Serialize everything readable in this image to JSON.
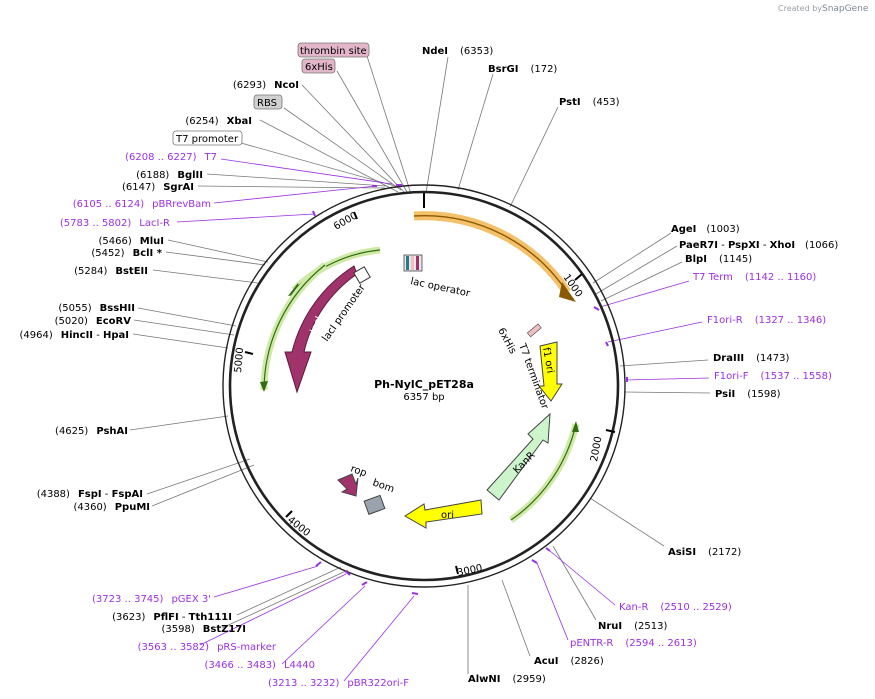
{
  "credit": {
    "prefix": "Created by",
    "brand": "SnapGene"
  },
  "plasmid": {
    "name": "Ph-NylC_pET28a",
    "size": "6357 bp"
  },
  "ticks": [
    "1000",
    "2000",
    "3000",
    "4000",
    "5000",
    "6000"
  ],
  "features": {
    "lacI": "lacI",
    "lacI_promoter": "lacI promoter",
    "lac_operator": "lac operator",
    "his6": "6xHis",
    "t7_terminator": "T7 terminator",
    "f1_ori": "f1 ori",
    "kanR": "KanR",
    "ori": "ori",
    "rop": "rop",
    "bom": "bom"
  },
  "boxed_labels": {
    "thrombin": "thrombin site",
    "his6": "6xHis",
    "rbs": "RBS",
    "t7prom": "T7 promoter"
  },
  "enzymes": [
    {
      "name": "NdeI",
      "pos": "(6353)"
    },
    {
      "name": "BsrGI",
      "pos": "(172)"
    },
    {
      "name": "PstI",
      "pos": "(453)"
    },
    {
      "name": "AgeI",
      "pos": "(1003)"
    },
    {
      "name": "PaeR7I",
      "sep1": " - ",
      "name2": "PspXI",
      "sep2": " - ",
      "name3": "XhoI",
      "pos": "(1066)"
    },
    {
      "name": "BlpI",
      "pos": "(1145)"
    },
    {
      "name": "DraIII",
      "pos": "(1473)"
    },
    {
      "name": "PsiI",
      "pos": "(1598)"
    },
    {
      "name": "AsiSI",
      "pos": "(2172)"
    },
    {
      "name": "NruI",
      "pos": "(2513)"
    },
    {
      "name": "AcuI",
      "pos": "(2826)"
    },
    {
      "name": "AlwNI",
      "pos": "(2959)"
    },
    {
      "name": "NcoI",
      "pos": "(6293)"
    },
    {
      "name": "XbaI",
      "pos": "(6254)"
    },
    {
      "name": "BglII",
      "pos": "(6188)"
    },
    {
      "name": "SgrAI",
      "pos": "(6147)"
    },
    {
      "name": "MluI",
      "pos": "(5466)"
    },
    {
      "name": "BclI",
      "star": " *",
      "pos": "(5452)"
    },
    {
      "name": "BstEII",
      "pos": "(5284)"
    },
    {
      "name": "BssHII",
      "pos": "(5055)"
    },
    {
      "name": "EcoRV",
      "pos": "(5020)"
    },
    {
      "name": "HincII",
      "sep1": " - ",
      "name2": "HpaI",
      "pos": "(4964)"
    },
    {
      "name": "PshAI",
      "pos": "(4625)"
    },
    {
      "name": "FspI",
      "sep1": " - ",
      "name2": "FspAI",
      "pos": "(4388)"
    },
    {
      "name": "PpuMI",
      "pos": "(4360)"
    },
    {
      "name": "PflFI",
      "sep1": " - ",
      "name2": "Tth111I",
      "pos": "(3623)"
    },
    {
      "name": "BstZ17I",
      "pos": "(3598)"
    }
  ],
  "primers": [
    {
      "name": "T7 Term",
      "range": "(1142 .. 1160)"
    },
    {
      "name": "F1ori-R",
      "range": "(1327 .. 1346)"
    },
    {
      "name": "F1ori-F",
      "range": "(1537 .. 1558)"
    },
    {
      "name": "Kan-R",
      "range": "(2510 .. 2529)"
    },
    {
      "name": "pENTR-R",
      "range": "(2594 .. 2613)"
    },
    {
      "name": "T7",
      "range": "(6208 .. 6227)"
    },
    {
      "name": "pBRrevBam",
      "range": "(6105 .. 6124)"
    },
    {
      "name": "LacI-R",
      "range": "(5783 .. 5802)"
    },
    {
      "name": "pGEX 3'",
      "range": "(3723 .. 3745)"
    },
    {
      "name": "pRS-marker",
      "range": "(3563 .. 3582)"
    },
    {
      "name": "L4440",
      "range": "(3466 .. 3483)"
    },
    {
      "name": "pBR322ori-F",
      "range": "(3213 .. 3232)"
    }
  ],
  "colors": {
    "backbone": "#222222",
    "primer": "#9b30e0",
    "lacI": "#a0336b",
    "promoter_arrow": "#7fc241",
    "cds_orange": "#f5a623",
    "f1ori": "#ffff00",
    "kanR": "#ccf5cc",
    "ori": "#ffff00",
    "rop": "#a0336b",
    "bom": "#9aa3ad",
    "box_tag": "#e2b6c8",
    "box_rbs": "#d0d0d0"
  }
}
